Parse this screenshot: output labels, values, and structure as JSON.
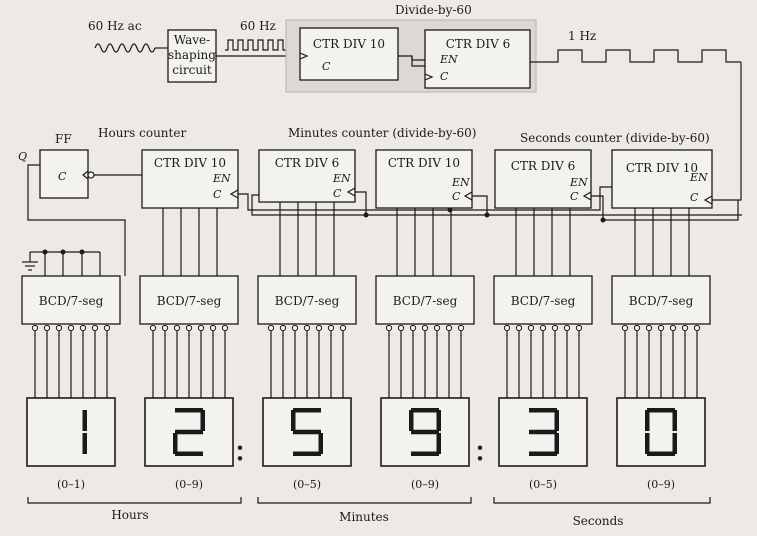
{
  "top": {
    "source_label": "60 Hz ac",
    "shaper_line1": "Wave-",
    "shaper_line2": "shaping",
    "shaper_line3": "circuit",
    "pulse_label": "60 Hz",
    "divider_title": "Divide-by-60",
    "div10_label": "CTR DIV 10",
    "div6_label": "CTR DIV 6",
    "output_label": "1 Hz"
  },
  "counters": {
    "ff_label": "FF",
    "q_label": "Q",
    "hours_title": "Hours counter",
    "minutes_title": "Minutes counter (divide-by-60)",
    "seconds_title": "Seconds counter (divide-by-60)",
    "hours_units_label": "CTR DIV 10",
    "min_tens_label": "CTR DIV 6",
    "min_units_label": "CTR DIV 10",
    "sec_tens_label": "CTR DIV 6",
    "sec_units_label": "CTR DIV 10"
  },
  "pins": {
    "en": "EN",
    "c": "C"
  },
  "decoder_label": "BCD/7-seg",
  "display": {
    "digits": [
      "1",
      "2",
      "5",
      "9",
      "3",
      "0"
    ],
    "colon": ":",
    "ranges": [
      "(0–1)",
      "(0–9)",
      "(0–5)",
      "(0–9)",
      "(0–5)",
      "(0–9)"
    ]
  },
  "groups": {
    "hours": "Hours",
    "minutes": "Minutes",
    "seconds": "Seconds"
  }
}
